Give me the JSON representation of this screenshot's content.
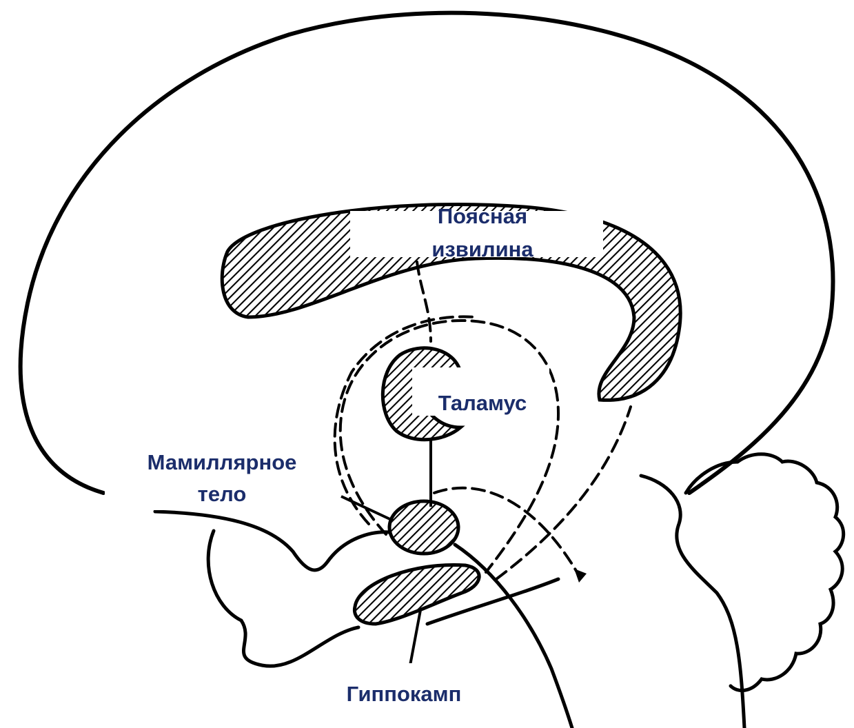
{
  "colors": {
    "ink": "#000000",
    "label": "#1b2d6b",
    "background": "#ffffff"
  },
  "labels": {
    "cingulate": [
      "Поясная",
      "извилина"
    ],
    "thalamus": "Таламус",
    "mammillary": [
      "Мамиллярное",
      "тело"
    ],
    "hippocampus": "Гиппокамп"
  }
}
